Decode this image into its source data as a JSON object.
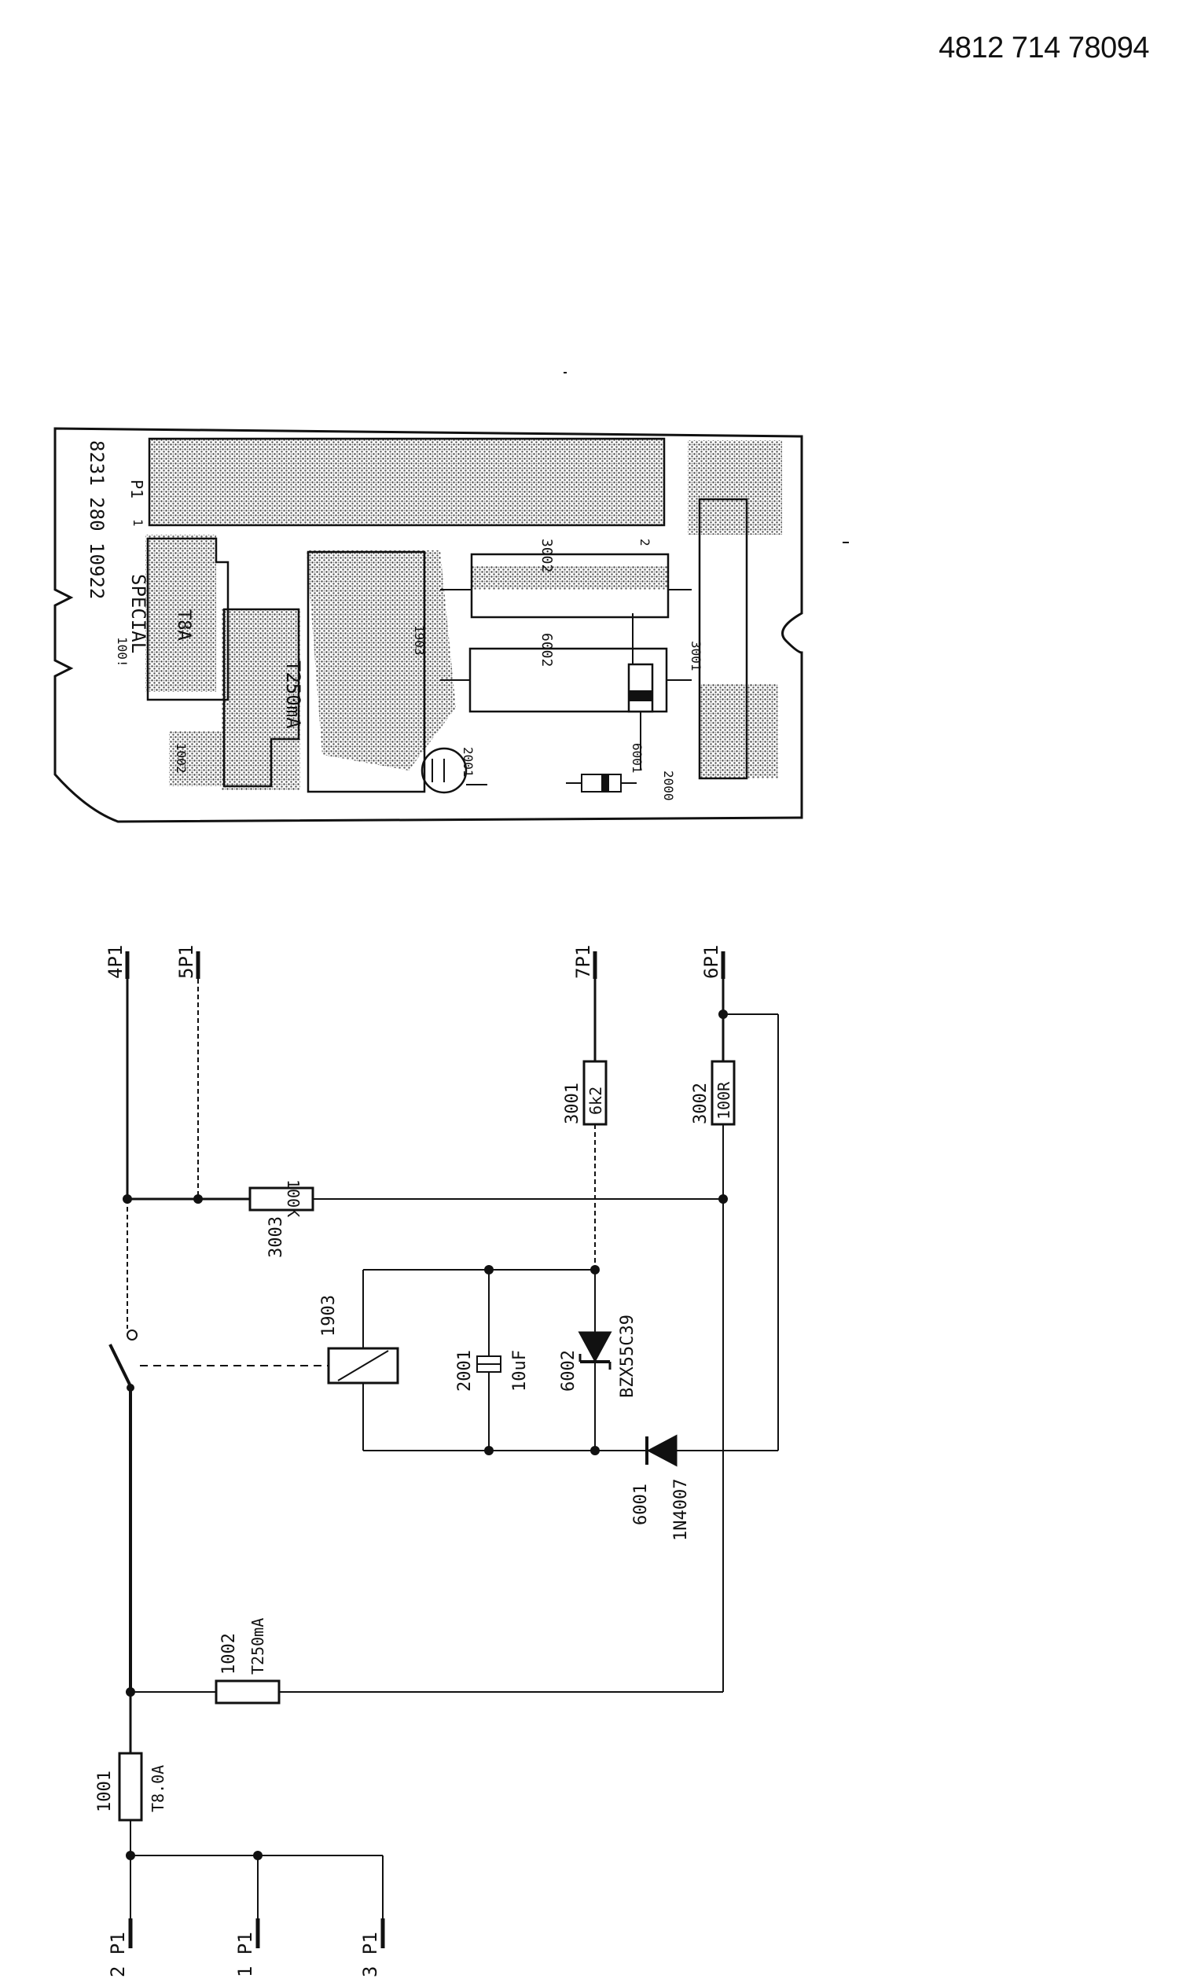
{
  "document_number": "4812 714 78094",
  "pcb": {
    "board_code": "8231 280 10922",
    "p1": "P1",
    "p1_marker": "1",
    "fuse_1001": {
      "ref": "100!",
      "label": "SPECIAL",
      "value": "T8A"
    },
    "fuse_1002": {
      "ref": "1002",
      "value": "T250mA"
    },
    "relay": {
      "ref": "1903"
    },
    "cap": {
      "ref": "2001"
    },
    "res_3002": {
      "ref": "3002",
      "marker": "2"
    },
    "zener": {
      "ref": "6002"
    },
    "res_3001": {
      "ref": "3001"
    },
    "diode": {
      "ref": "6001"
    },
    "cap2": {
      "ref": "2000"
    }
  },
  "schematic": {
    "connectors": {
      "p4": "4P1",
      "p5": "5P1",
      "p7": "7P1",
      "p6": "6P1",
      "p2": "2 P1",
      "p1": "1 P1",
      "p3": "3 P1"
    },
    "components": {
      "r3003": {
        "ref": "3003",
        "value": "100K"
      },
      "r3001": {
        "ref": "3001",
        "value": "6k2"
      },
      "r3002": {
        "ref": "3002",
        "value": "100R"
      },
      "relay": {
        "ref": "1903"
      },
      "c2001": {
        "ref": "2001",
        "value": "10uF"
      },
      "d6002": {
        "ref": "6002",
        "value": "BZX55C39"
      },
      "d6001": {
        "ref": "6001",
        "value": "1N4007"
      },
      "f1002": {
        "ref": "1002",
        "value": "T250mA"
      },
      "f1001": {
        "ref": "1001",
        "value": "T8.0A"
      }
    }
  }
}
